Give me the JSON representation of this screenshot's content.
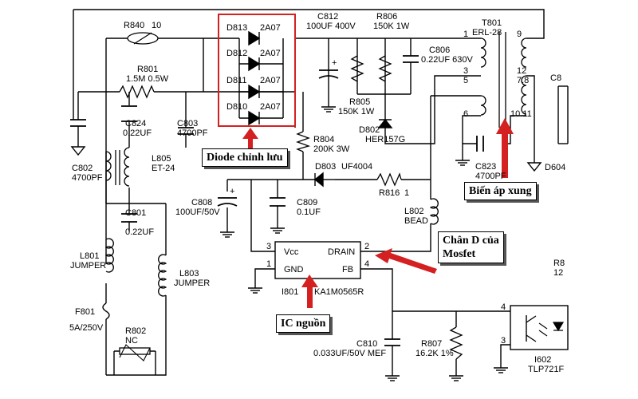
{
  "components": {
    "r840": {
      "ref": "R840",
      "value": "10"
    },
    "d813": {
      "ref": "D813",
      "value": "2A07"
    },
    "d812": {
      "ref": "D812",
      "value": "2A07"
    },
    "d811": {
      "ref": "D811",
      "value": "2A07"
    },
    "d810": {
      "ref": "D810",
      "value": "2A07"
    },
    "c812": {
      "ref": "C812",
      "value": "100UF 400V"
    },
    "r806": {
      "ref": "R806",
      "value": "150K 1W"
    },
    "c806": {
      "ref": "C806",
      "value": "0.22UF 630V"
    },
    "t801": {
      "ref": "T801",
      "value": "ERL-28"
    },
    "r801": {
      "ref": "R801",
      "value": "1.5M 0.5W"
    },
    "c824": {
      "ref": "C824",
      "value": "0.22UF"
    },
    "c803": {
      "ref": "C803",
      "value": "4700PF"
    },
    "r805": {
      "ref": "R805",
      "value": "150K 1W"
    },
    "d802": {
      "ref": "D802",
      "value": "HER157G"
    },
    "r804": {
      "ref": "R804",
      "value": "200K 3W"
    },
    "c802": {
      "ref": "C802",
      "value": "4700PF"
    },
    "l805": {
      "ref": "L805",
      "value": "ET-24"
    },
    "c823": {
      "ref": "C823",
      "value": "4700PF"
    },
    "d604": {
      "ref": "D604"
    },
    "d803": {
      "ref": "D803",
      "value": "UF4004"
    },
    "r816": {
      "ref": "R816",
      "value": "1"
    },
    "c808": {
      "ref": "C808",
      "value": "100UF/50V"
    },
    "c809": {
      "ref": "C809",
      "value": "0.1UF"
    },
    "c801": {
      "ref": "C801",
      "value": "0.22UF"
    },
    "l802": {
      "ref": "L802",
      "value": "BEAD"
    },
    "l801": {
      "ref": "L801",
      "value": "JUMPER"
    },
    "l803": {
      "ref": "L803",
      "value": "JUMPER"
    },
    "f801": {
      "ref": "F801",
      "value": "5A/250V"
    },
    "r802": {
      "ref": "R802",
      "value": "NC"
    },
    "i801": {
      "ref": "I801",
      "value": "KA1M0565R"
    },
    "c810": {
      "ref": "C810",
      "value": "0.033UF/50V MEF"
    },
    "r807": {
      "ref": "R807",
      "value": "16.2K 1%"
    },
    "i602": {
      "ref": "I602",
      "value": "TLP721F"
    },
    "c8_partial": {
      "ref": "C8"
    },
    "r8_partial": {
      "ref": "R8",
      "value": "12"
    }
  },
  "ic": {
    "vcc": "Vcc",
    "drain": "DRAIN",
    "gnd": "GND",
    "fb": "FB",
    "pin_vcc": "3",
    "pin_drain": "2",
    "pin_gnd": "1",
    "pin_fb": "4"
  },
  "transformer_pins": {
    "p1": "1",
    "p3": "3",
    "p5": "5",
    "p6": "6",
    "p9": "9",
    "p12": "12",
    "p78": "7.8",
    "p1011": "10.11"
  },
  "opto_pins": {
    "p4": "4",
    "p3": "3"
  },
  "callouts": {
    "diode": "Diode chỉnh lưu",
    "transformer": "Biến áp xung",
    "mosfet_line1": "Chân D của",
    "mosfet_line2": "Mosfet",
    "ic": "IC nguồn"
  },
  "colors": {
    "highlight": "#e02020",
    "wire": "#000000",
    "background": "#ffffff"
  }
}
